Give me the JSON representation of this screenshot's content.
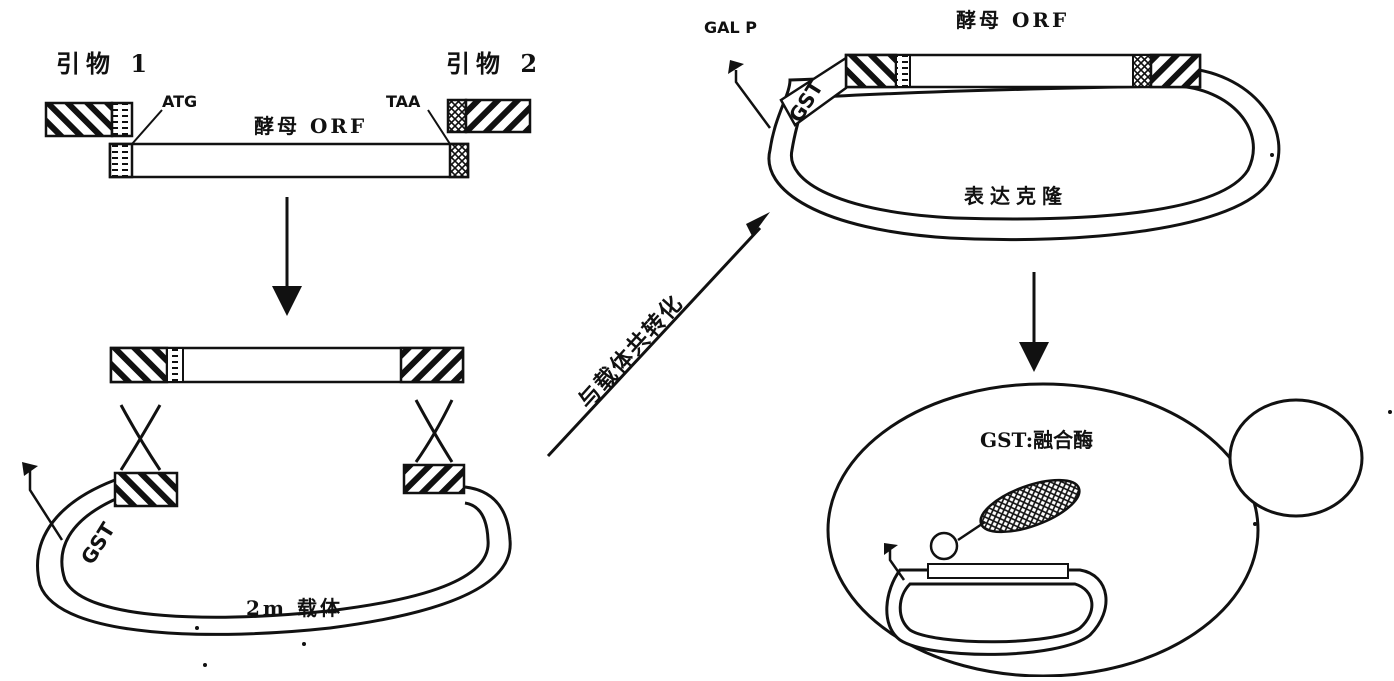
{
  "labels": {
    "primer1": "引物 1",
    "primer2": "引物 2",
    "atg": "ATG",
    "taa": "TAA",
    "yeast_orf_left": "酵母 ORF",
    "yeast_orf_top": "酵母 ORF",
    "gal_p": "GAL P",
    "gst_upper": "GST",
    "gst_lower": "GST",
    "expression_clone": "表达克隆",
    "cotransform": "与载体共转化",
    "vector_2m": "2m 载体",
    "gst_fusion": "GST:融合酶"
  }
}
